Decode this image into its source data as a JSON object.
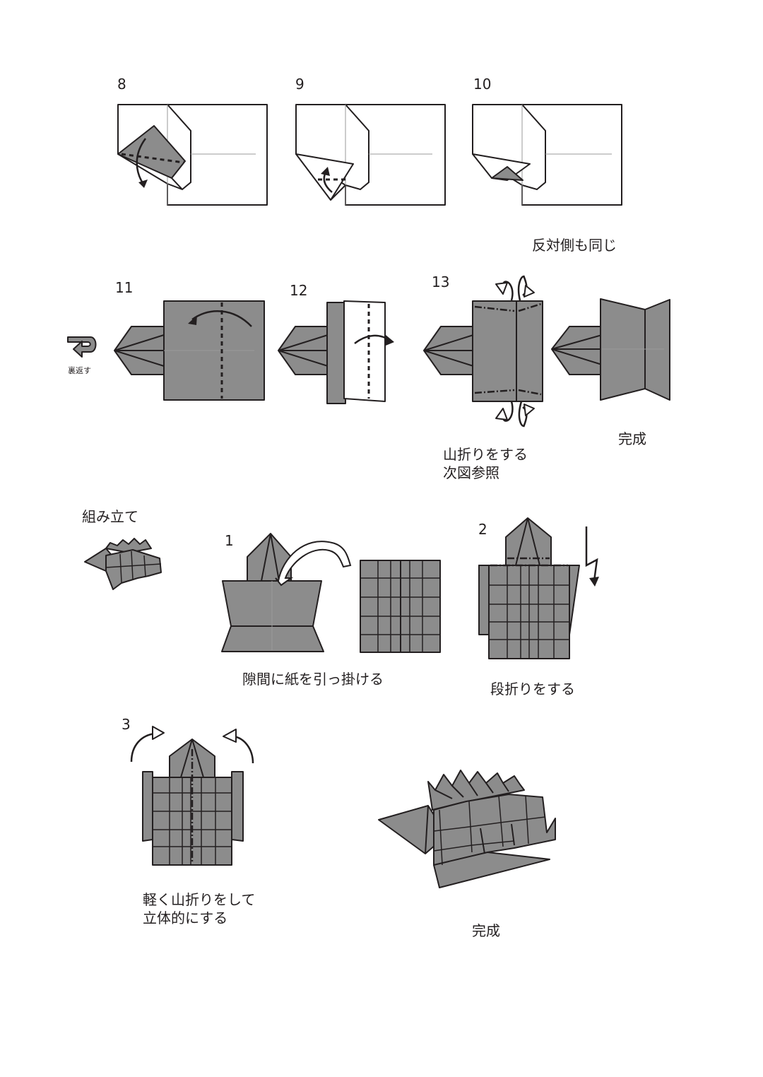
{
  "steps": {
    "s8": "8",
    "s9": "9",
    "s10": "10",
    "s11": "11",
    "s12": "12",
    "s13": "13",
    "a1": "1",
    "a2": "2",
    "a3": "3"
  },
  "captions": {
    "other_side_same": "反対側も同じ",
    "turn_over": "裏返す",
    "mountain_fold_line1": "山折りをする",
    "mountain_fold_line2": "次図参照",
    "complete_1": "完成",
    "assembly_title": "組み立て",
    "hook_paper": "隙間に紙を引っ掛ける",
    "step_fold": "段折りをする",
    "light_mountain_line1": "軽く山折りをして",
    "light_mountain_line2": "立体的にする",
    "complete_2": "完成"
  },
  "colors": {
    "paper_gray": "#8c8c8c",
    "line": "#231f20",
    "background": "#ffffff"
  }
}
